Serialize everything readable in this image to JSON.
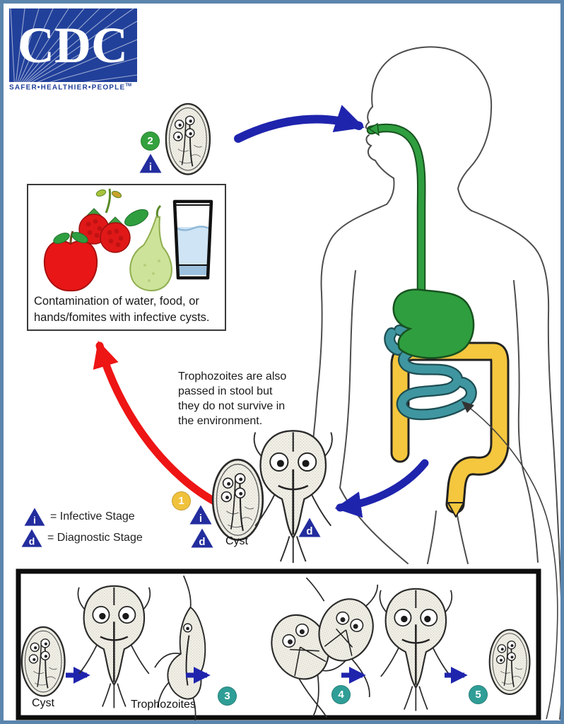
{
  "logo": {
    "acronym": "CDC",
    "tagline": "SAFER•HEALTHIER•PEOPLE",
    "trademark": "TM"
  },
  "stages": {
    "s1": "1",
    "s2": "2",
    "s3": "3",
    "s4": "4",
    "s5": "5"
  },
  "stage_markers": {
    "infective": "i",
    "diagnostic": "d"
  },
  "legend": {
    "infective": "= Infective Stage",
    "diagnostic": "= Diagnostic Stage"
  },
  "contamination": {
    "line1": "Contamination of water, food, or",
    "line2": "hands/fomites with infective cysts.",
    "icons": [
      "raspberries",
      "apple",
      "pear",
      "water-glass"
    ]
  },
  "stool_note": {
    "line1": "Trophozoites are also",
    "line2": "passed in stool but",
    "line3": "they do not survive in",
    "line4": "the environment."
  },
  "labels": {
    "cyst_main": "Cyst",
    "panel_cyst": "Cyst",
    "panel_trophozoites": "Trophozoites"
  },
  "colors": {
    "frame_border": "#5b85ad",
    "cdc_blue": "#21409a",
    "arrow_blue": "#1f24ad",
    "arrow_red": "#ee1515",
    "stage1_gold": "#f0c23c",
    "stage2_green": "#33a13d",
    "stage_teal": "#2f9e96",
    "triangle_blue": "#232d9e",
    "esophagus_stomach_green": "#2f9e3f",
    "large_intestine_yellow": "#f5c73e",
    "small_intestine_teal": "#3f96a0"
  }
}
